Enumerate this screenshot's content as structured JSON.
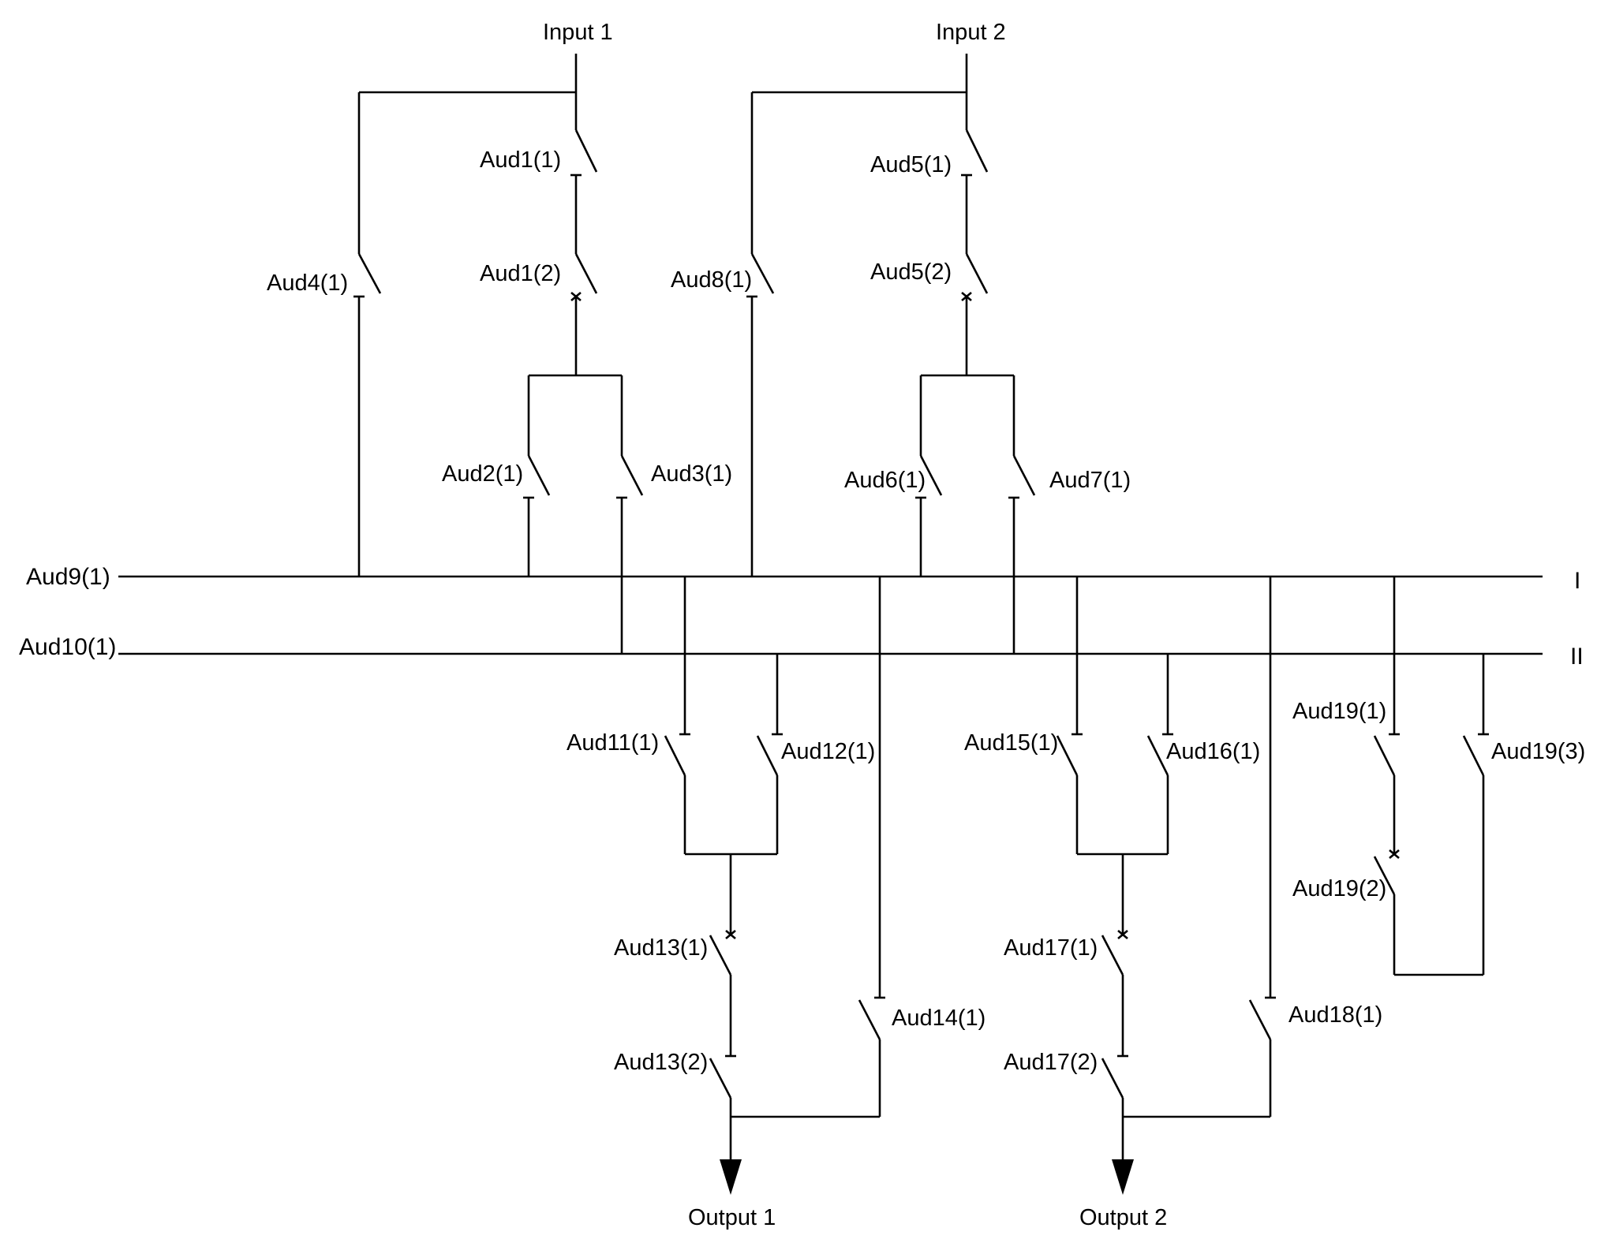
{
  "inputs": [
    "Input 1",
    "Input 2"
  ],
  "outputs": [
    "Output 1",
    "Output 2"
  ],
  "buses": {
    "bus1_name": "Aud9(1)",
    "bus1_id": "I",
    "bus2_name": "Aud10(1)",
    "bus2_id": "II"
  },
  "switches": {
    "aud1_1": "Aud1(1)",
    "aud1_2": "Aud1(2)",
    "aud2_1": "Aud2(1)",
    "aud3_1": "Aud3(1)",
    "aud4_1": "Aud4(1)",
    "aud5_1": "Aud5(1)",
    "aud5_2": "Aud5(2)",
    "aud6_1": "Aud6(1)",
    "aud7_1": "Aud7(1)",
    "aud8_1": "Aud8(1)",
    "aud11_1": "Aud11(1)",
    "aud12_1": "Aud12(1)",
    "aud13_1": "Aud13(1)",
    "aud13_2": "Aud13(2)",
    "aud14_1": "Aud14(1)",
    "aud15_1": "Aud15(1)",
    "aud16_1": "Aud16(1)",
    "aud17_1": "Aud17(1)",
    "aud17_2": "Aud17(2)",
    "aud18_1": "Aud18(1)",
    "aud19_1": "Aud19(1)",
    "aud19_2": "Aud19(2)",
    "aud19_3": "Aud19(3)"
  }
}
